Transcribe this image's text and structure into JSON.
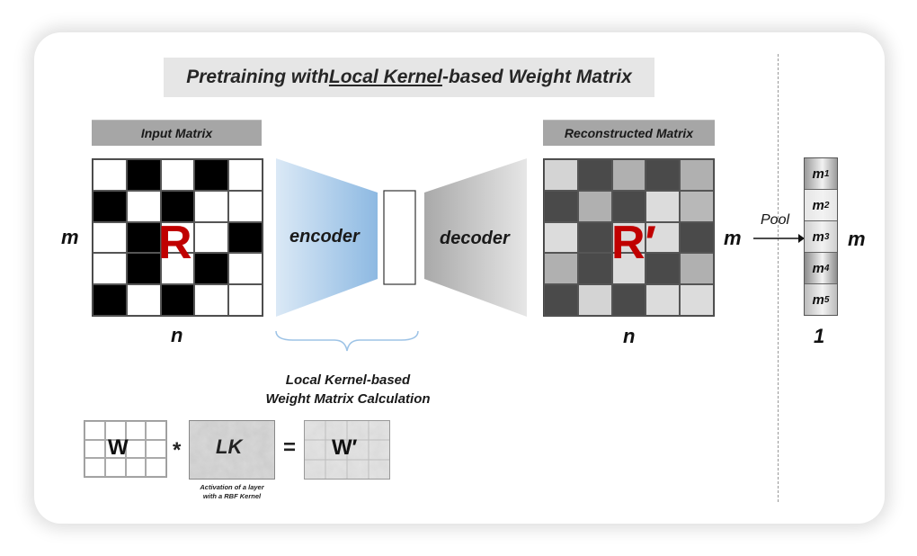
{
  "title": {
    "pre": "Pretraining with ",
    "underlined": "Local Kernel",
    "post": "-based Weight Matrix"
  },
  "input_matrix": {
    "label": "Input Matrix",
    "letter": "R",
    "rows_label": "m",
    "cols_label": "n",
    "cells": [
      [
        "#ffffff",
        "#000000",
        "#ffffff",
        "#000000",
        "#ffffff"
      ],
      [
        "#000000",
        "#ffffff",
        "#000000",
        "#ffffff",
        "#ffffff"
      ],
      [
        "#ffffff",
        "#000000",
        "#ffffff",
        "#ffffff",
        "#000000"
      ],
      [
        "#ffffff",
        "#000000",
        "#ffffff",
        "#000000",
        "#ffffff"
      ],
      [
        "#000000",
        "#ffffff",
        "#000000",
        "#ffffff",
        "#ffffff"
      ]
    ]
  },
  "encoder_label": "encoder",
  "decoder_label": "decoder",
  "reconstructed_matrix": {
    "label": "Reconstructed Matrix",
    "letter": "R′",
    "rows_label": "m",
    "cols_label": "n",
    "cells": [
      [
        "#d4d4d4",
        "#4a4a4a",
        "#b0b0b0",
        "#4a4a4a",
        "#b0b0b0"
      ],
      [
        "#4a4a4a",
        "#b0b0b0",
        "#4a4a4a",
        "#dcdcdc",
        "#b8b8b8"
      ],
      [
        "#dcdcdc",
        "#4a4a4a",
        "#dcdcdc",
        "#dcdcdc",
        "#4a4a4a"
      ],
      [
        "#b0b0b0",
        "#4a4a4a",
        "#dcdcdc",
        "#4a4a4a",
        "#b0b0b0"
      ],
      [
        "#4a4a4a",
        "#d4d4d4",
        "#4a4a4a",
        "#dcdcdc",
        "#dcdcdc"
      ]
    ]
  },
  "pool": {
    "label": "Pool",
    "left_label": "m",
    "right_label": "m",
    "bottom_label": "1",
    "items": [
      "m1",
      "m2",
      "m3",
      "m4",
      "m5"
    ],
    "shades": [
      "#9a9a9a",
      "#e6e6e6",
      "#cfcfcf",
      "#8c8c8c",
      "#bcbcbc"
    ]
  },
  "brace_caption": [
    "Local Kernel-based",
    "Weight Matrix Calculation"
  ],
  "equation": {
    "w": "W",
    "op1": "*",
    "lk": "LK",
    "op2": "=",
    "w_prime": "W′",
    "lk_caption": [
      "Activation of a layer",
      "with a RBF Kernel"
    ]
  },
  "colors": {
    "title_bg": "#e6e6e6",
    "label_bg": "#a6a6a6",
    "accent_red": "#c00000",
    "encoder_blue": "#9dc3e6",
    "decoder_gray": "#c0c0c0"
  }
}
